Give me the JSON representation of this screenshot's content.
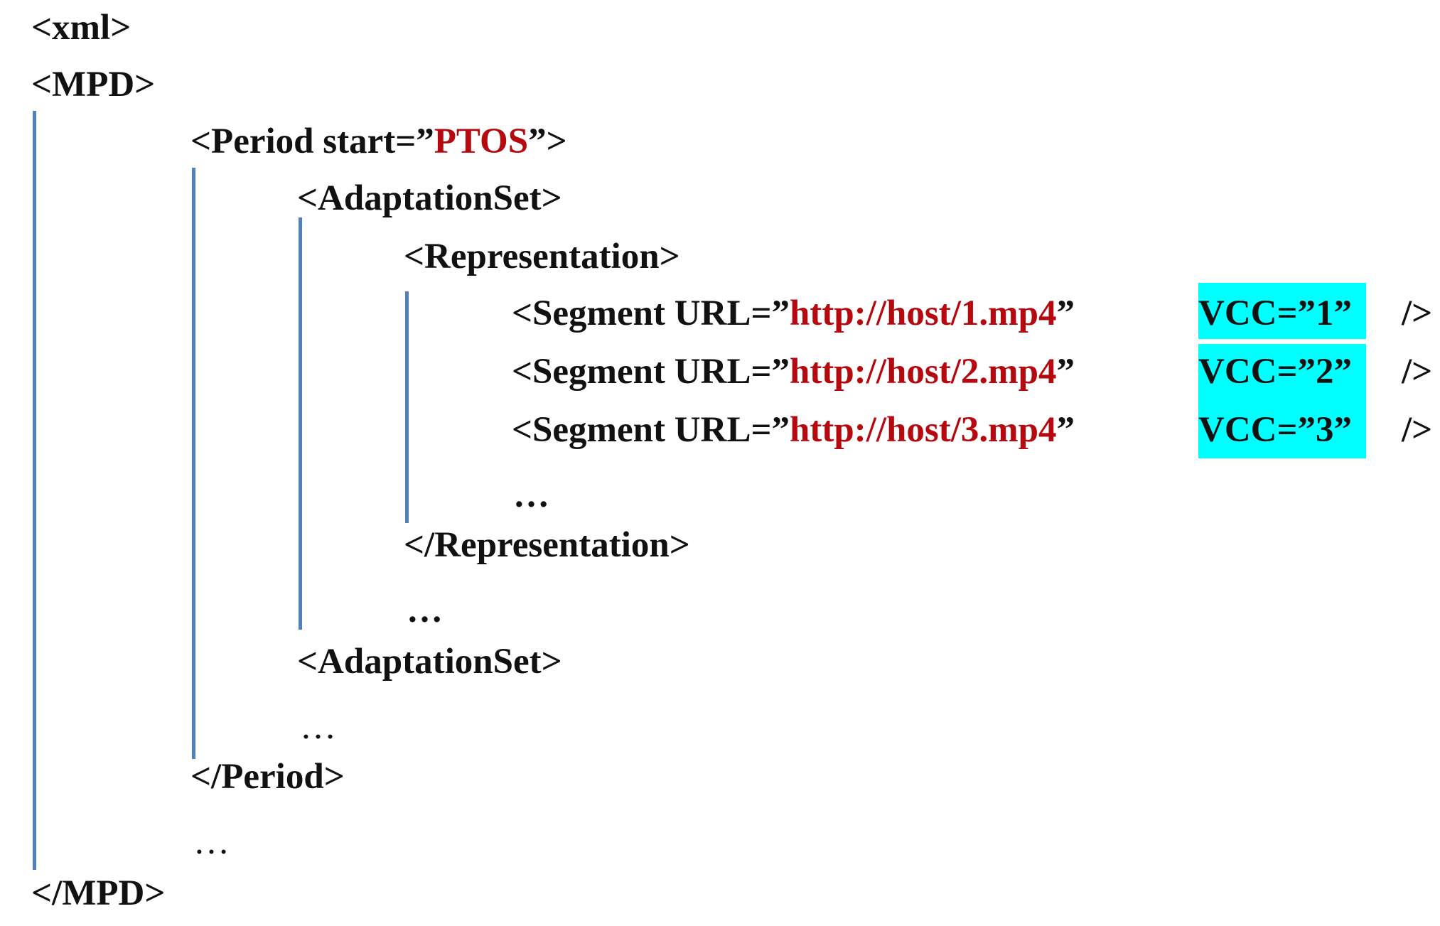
{
  "xml_line": "<xml>",
  "mpd_open": "<MPD>",
  "period_open_prefix": "<Period start=”",
  "period_start_value": "PTOS",
  "period_open_suffix": "”>",
  "adaptation_open_1": "<AdaptationSet>",
  "representation_open": "<Representation>",
  "segments": [
    {
      "prefix": "<Segment URL=”",
      "url": "http://host/1.mp4",
      "suffix": "”",
      "vcc": "VCC=”1”",
      "close": "/>"
    },
    {
      "prefix": "<Segment URL=”",
      "url": "http://host/2.mp4",
      "suffix": "”",
      "vcc": "VCC=”2”",
      "close": "/>"
    },
    {
      "prefix": "<Segment URL=”",
      "url": "http://host/3.mp4",
      "suffix": "”",
      "vcc": "VCC=”3”",
      "close": "/>"
    }
  ],
  "segment_ellipsis": "…",
  "representation_close": "</Representation>",
  "representation_ellipsis": "…",
  "adaptation_open_2": "<AdaptationSet>",
  "adaptation_ellipsis": "…",
  "period_close": "</Period>",
  "period_ellipsis": "…",
  "mpd_close": "</MPD>",
  "colors": {
    "value_red": "#b5080f",
    "vcc_highlight": "#00ffff",
    "guide_blue": "#4f81bd"
  }
}
